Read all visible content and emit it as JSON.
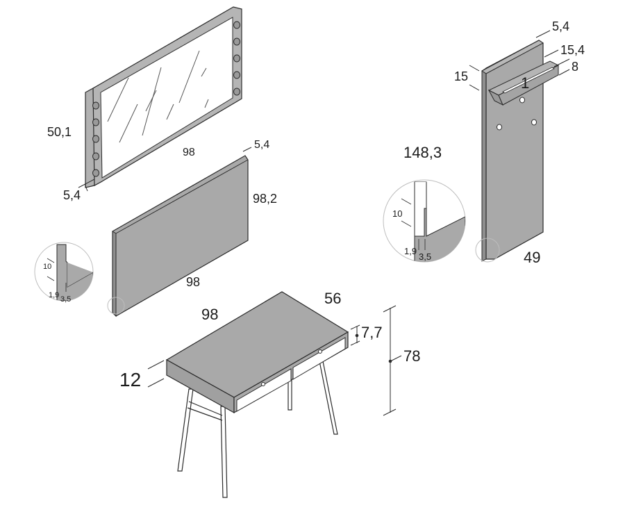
{
  "mirror": {
    "height_label": "50,1",
    "width_label": "98",
    "depth_label": "5,4"
  },
  "panel": {
    "depth_label": "5,4",
    "height_label": "98,2",
    "width_label": "98"
  },
  "panel_detail": {
    "label_height": "10",
    "label_a": "1,9",
    "label_b": "3,5"
  },
  "desk": {
    "width_label": "98",
    "depth_label": "56",
    "drawer_label": "7,7",
    "height_label": "78",
    "top_label": "12"
  },
  "coat_panel": {
    "depth_label": "5,4",
    "shelf_depth_label": "15,4",
    "shelf_height_label": "8",
    "shelf_thick_label": "1",
    "shelf_offset_label": "15",
    "height_label": "148,3",
    "width_label": "49"
  },
  "coat_detail": {
    "label_height": "10",
    "label_a": "1,9",
    "label_b": "3,5"
  },
  "colors": {
    "panel_fill": "#a9a9a9",
    "panel_dark": "#8f8f8f",
    "stroke": "#2a2a2a",
    "light_stroke": "#bdbdbd"
  }
}
